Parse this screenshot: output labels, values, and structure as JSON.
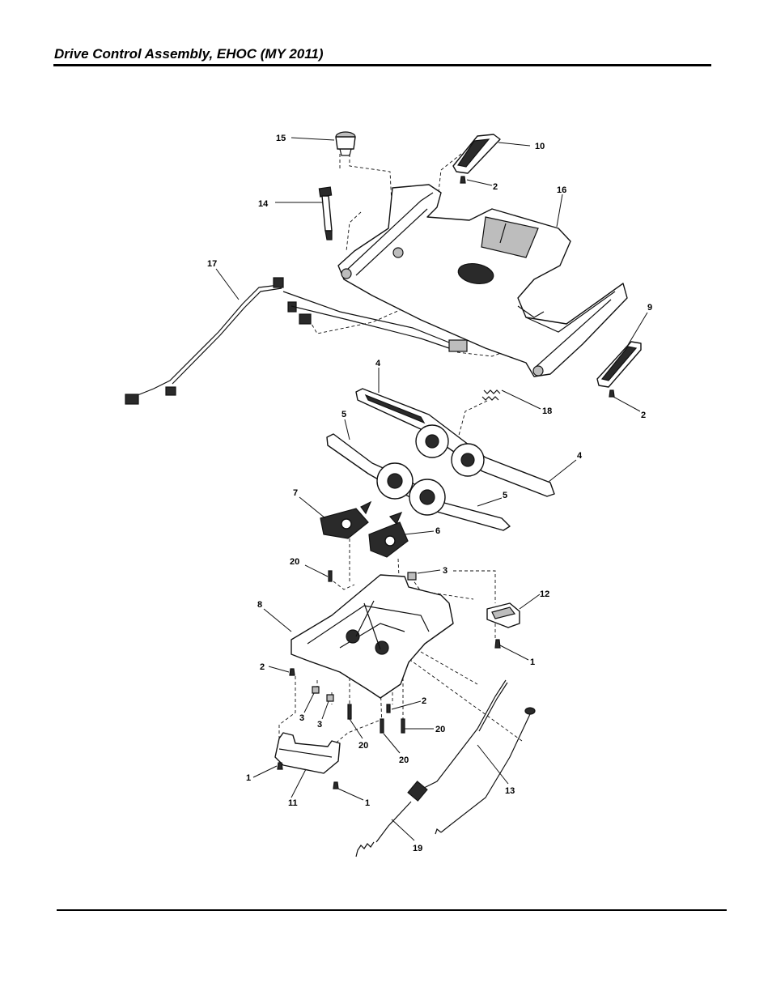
{
  "header": {
    "title": "Drive Control Assembly, EHOC (MY 2011)"
  },
  "callouts": [
    {
      "id": "c15",
      "label": "15"
    },
    {
      "id": "c10",
      "label": "10"
    },
    {
      "id": "c2a",
      "label": "2"
    },
    {
      "id": "c16",
      "label": "16"
    },
    {
      "id": "c14",
      "label": "14"
    },
    {
      "id": "c17",
      "label": "17"
    },
    {
      "id": "c9",
      "label": "9"
    },
    {
      "id": "c2b",
      "label": "2"
    },
    {
      "id": "c4a",
      "label": "4"
    },
    {
      "id": "c18",
      "label": "18"
    },
    {
      "id": "c5a",
      "label": "5"
    },
    {
      "id": "c4b",
      "label": "4"
    },
    {
      "id": "c7",
      "label": "7"
    },
    {
      "id": "c5b",
      "label": "5"
    },
    {
      "id": "c6",
      "label": "6"
    },
    {
      "id": "c20a",
      "label": "20"
    },
    {
      "id": "c3a",
      "label": "3"
    },
    {
      "id": "c12",
      "label": "12"
    },
    {
      "id": "c8",
      "label": "8"
    },
    {
      "id": "c1a",
      "label": "1"
    },
    {
      "id": "c2c",
      "label": "2"
    },
    {
      "id": "c3b",
      "label": "3"
    },
    {
      "id": "c3c",
      "label": "3"
    },
    {
      "id": "c20b",
      "label": "20"
    },
    {
      "id": "c2d",
      "label": "2"
    },
    {
      "id": "c20c",
      "label": "20"
    },
    {
      "id": "c20d",
      "label": "20"
    },
    {
      "id": "c1b",
      "label": "1"
    },
    {
      "id": "c11",
      "label": "11"
    },
    {
      "id": "c1c",
      "label": "1"
    },
    {
      "id": "c13",
      "label": "13"
    },
    {
      "id": "c19",
      "label": "19"
    }
  ]
}
